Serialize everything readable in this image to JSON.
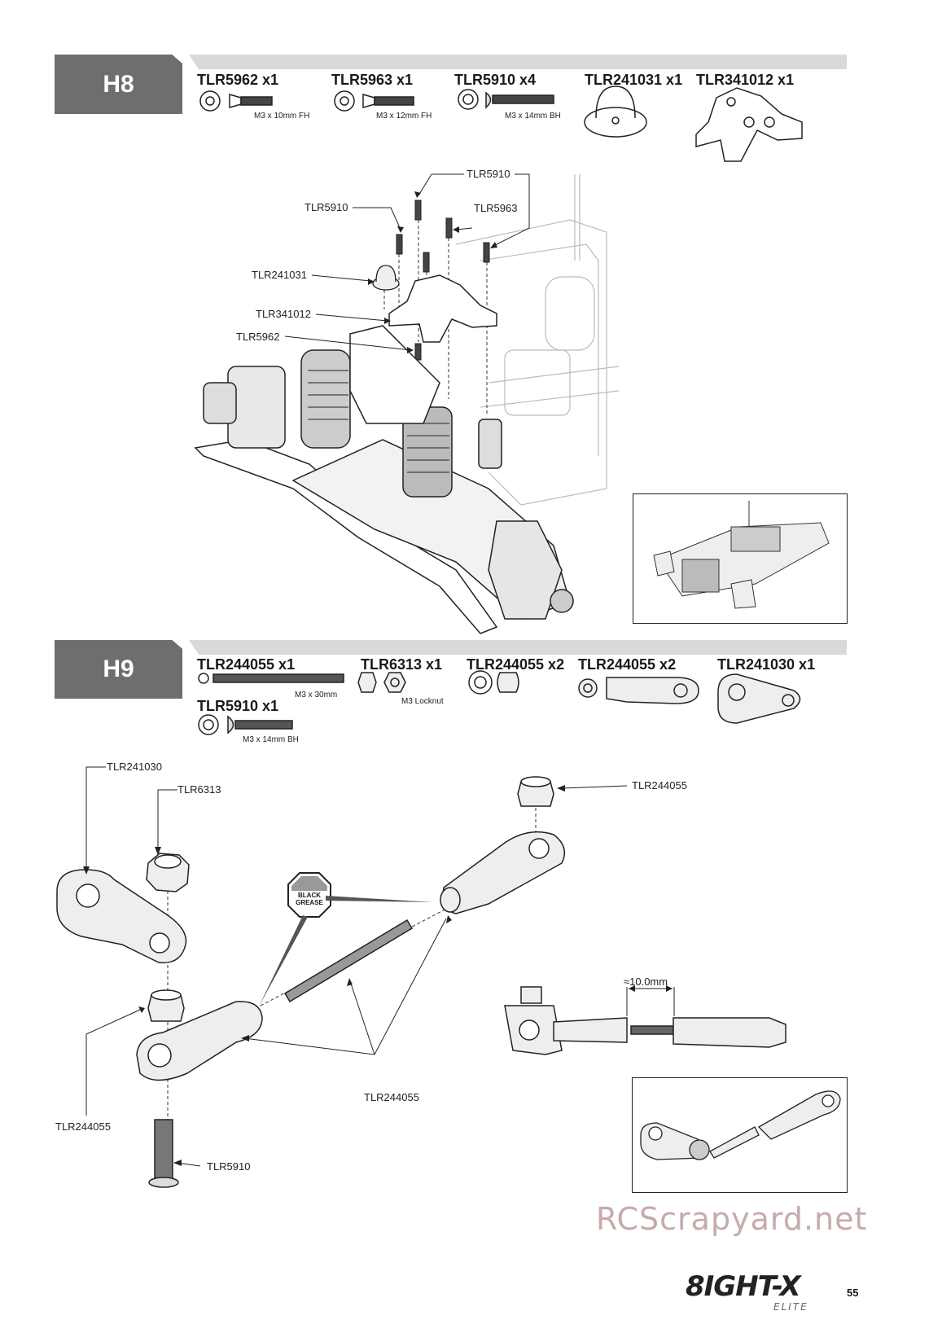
{
  "h8": {
    "step": "H8",
    "parts": [
      {
        "pn": "TLR5962 x1",
        "spec": "M3 x 10mm FH"
      },
      {
        "pn": "TLR5963 x1",
        "spec": "M3 x 12mm FH"
      },
      {
        "pn": "TLR5910 x4",
        "spec": "M3 x 14mm BH"
      },
      {
        "pn": "TLR241031 x1",
        "spec": ""
      },
      {
        "pn": "TLR341012 x1",
        "spec": ""
      }
    ],
    "callouts": [
      "TLR5910",
      "TLR5910",
      "TLR5963",
      "TLR241031",
      "TLR341012",
      "TLR5962"
    ]
  },
  "h9": {
    "step": "H9",
    "parts": [
      {
        "pn": "TLR244055 x1",
        "spec": "M3 x 30mm"
      },
      {
        "pn": "TLR6313 x1",
        "spec": "M3 Locknut"
      },
      {
        "pn": "TLR244055 x2",
        "spec": ""
      },
      {
        "pn": "TLR244055 x2",
        "spec": ""
      },
      {
        "pn": "TLR241030 x1",
        "spec": ""
      },
      {
        "pn": "TLR5910 x1",
        "spec": "M3 x 14mm BH"
      }
    ],
    "callouts": [
      "TLR241030",
      "TLR6313",
      "TLR244055",
      "TLR244055",
      "TLR244055",
      "TLR5910"
    ],
    "grease_line1": "BLACK",
    "grease_line2": "GREASE",
    "dimension": "≈10.0mm"
  },
  "footer": {
    "watermark": "RCScrapyard.net",
    "logo": "8IGHT-X",
    "logo_sub": "ELITE",
    "page_number": "55"
  },
  "colors": {
    "step_box": "#6d6e70",
    "bar": "#d9d9d9",
    "watermark": "#c9a9a9"
  }
}
